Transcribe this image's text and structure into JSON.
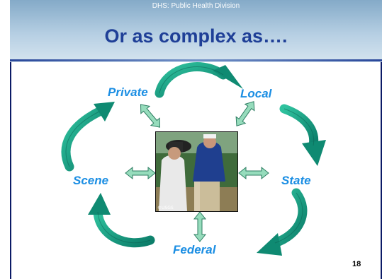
{
  "header": {
    "caption": "DHS: Public Health Division",
    "title": "Or as complex as…."
  },
  "diagram": {
    "nodes": {
      "private": "Private",
      "local": "Local",
      "state": "State",
      "federal": "Federal",
      "scene": "Scene"
    },
    "center_image": {
      "description_icon": "news-camera-crew-photo-icon",
      "credit": "©USGS"
    },
    "cycle_arrow_color": "#1a9c84",
    "connector_arrow_color": "#96dcbc"
  },
  "slide": {
    "page_number": "18"
  }
}
